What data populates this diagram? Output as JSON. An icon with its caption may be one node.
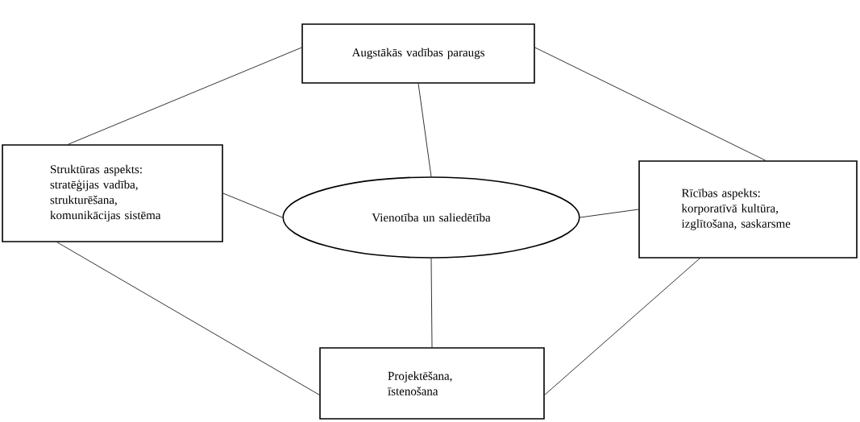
{
  "diagram": {
    "nodes": [
      {
        "text": [
          "Augstākās vadības paraugs"
        ]
      },
      {
        "text": [
          "Struktūras aspekts: stratēģijas vadība, strukturēšana, komunikācijas sistēma"
        ]
      },
      {
        "text": [
          "Vienotība un saliedētība"
        ]
      },
      {
        "text": [
          "Rīcības aspekts: korporatīvā kultūra, izglītošana, saskarsme"
        ]
      },
      {
        "text": [
          "Projektēšana, īstenošana"
        ]
      }
    ],
    "edges": [
      {
        "from": 0,
        "to": 1,
        "arrow": "none"
      },
      {
        "from": 0,
        "to": 3,
        "arrow": "none"
      },
      {
        "from": 0,
        "to": 2,
        "arrow": "none"
      },
      {
        "from": 1,
        "to": 2,
        "arrow": "none"
      },
      {
        "from": 2,
        "to": 3,
        "arrow": "none"
      },
      {
        "from": 2,
        "to": 4,
        "arrow": "none"
      },
      {
        "from": 1,
        "to": 4,
        "arrow": "none"
      },
      {
        "from": 3,
        "to": 4,
        "arrow": "none"
      }
    ]
  }
}
